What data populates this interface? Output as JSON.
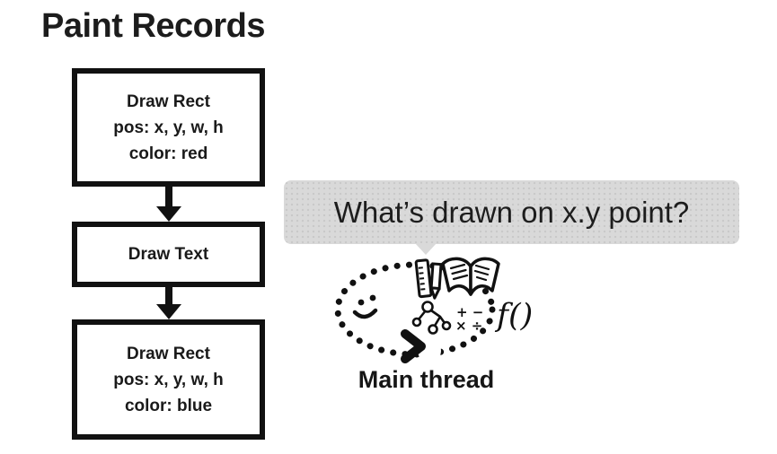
{
  "title": "Paint Records",
  "flowchart": {
    "boxes": [
      {
        "lines": [
          "Draw Rect",
          "pos: x, y, w, h",
          "color: red"
        ]
      },
      {
        "lines": [
          "Draw Text"
        ]
      },
      {
        "lines": [
          "Draw Rect",
          "pos: x, y, w, h",
          "color: blue"
        ]
      }
    ]
  },
  "bubble": {
    "text": "What’s drawn on x.y point?"
  },
  "main_thread": {
    "label": "Main thread",
    "math_row1": "+ −",
    "math_row2": "× ÷",
    "function_label": "f()"
  },
  "colors": {
    "ink": "#111111",
    "bubble_bg": "#d9d9d9",
    "background": "#ffffff"
  }
}
